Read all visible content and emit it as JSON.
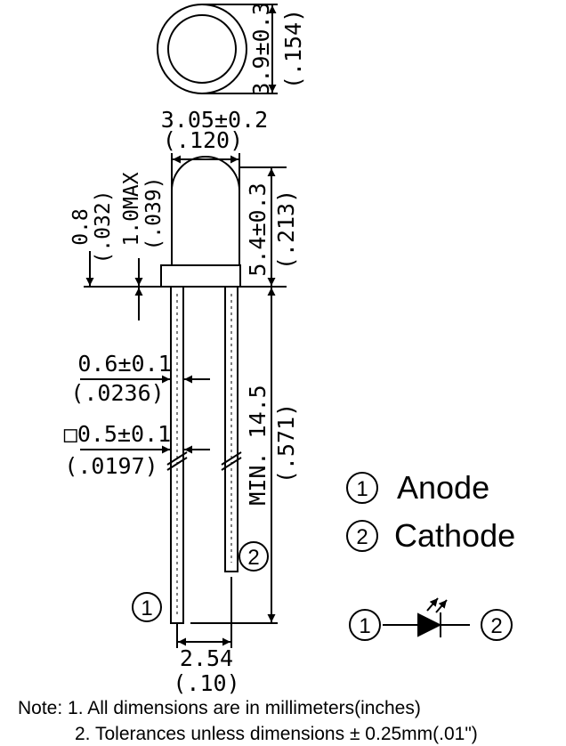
{
  "dimensions": {
    "body_diameter_mm": "3.9±0.3",
    "body_diameter_in": "(.154)",
    "lens_diameter_mm": "3.05±0.2",
    "lens_diameter_in": "(.120)",
    "flange_height_mm": "0.8",
    "flange_height_in": "(.032)",
    "flange_max_mm": "1.0MAX",
    "flange_max_in": "(.039)",
    "body_height_mm": "5.4±0.3",
    "body_height_in": "(.213)",
    "lead_width_mm": "0.6±0.1",
    "lead_width_in": "(.0236)",
    "lead_square_mm": "□0.5±0.1",
    "lead_square_in": "(.0197)",
    "lead_length_mm": "MIN. 14.5",
    "lead_length_in": "(.571)",
    "lead_spacing_mm": "2.54",
    "lead_spacing_in": "(.10)"
  },
  "pins": [
    {
      "number": "1",
      "name": "Anode"
    },
    {
      "number": "2",
      "name": "Cathode"
    }
  ],
  "symbol": {
    "left_pin": "1",
    "right_pin": "2"
  },
  "notes": [
    "Note: 1. All dimensions are in millimeters(inches)",
    "2. Tolerances unless dimensions ± 0.25mm(.01\")"
  ]
}
